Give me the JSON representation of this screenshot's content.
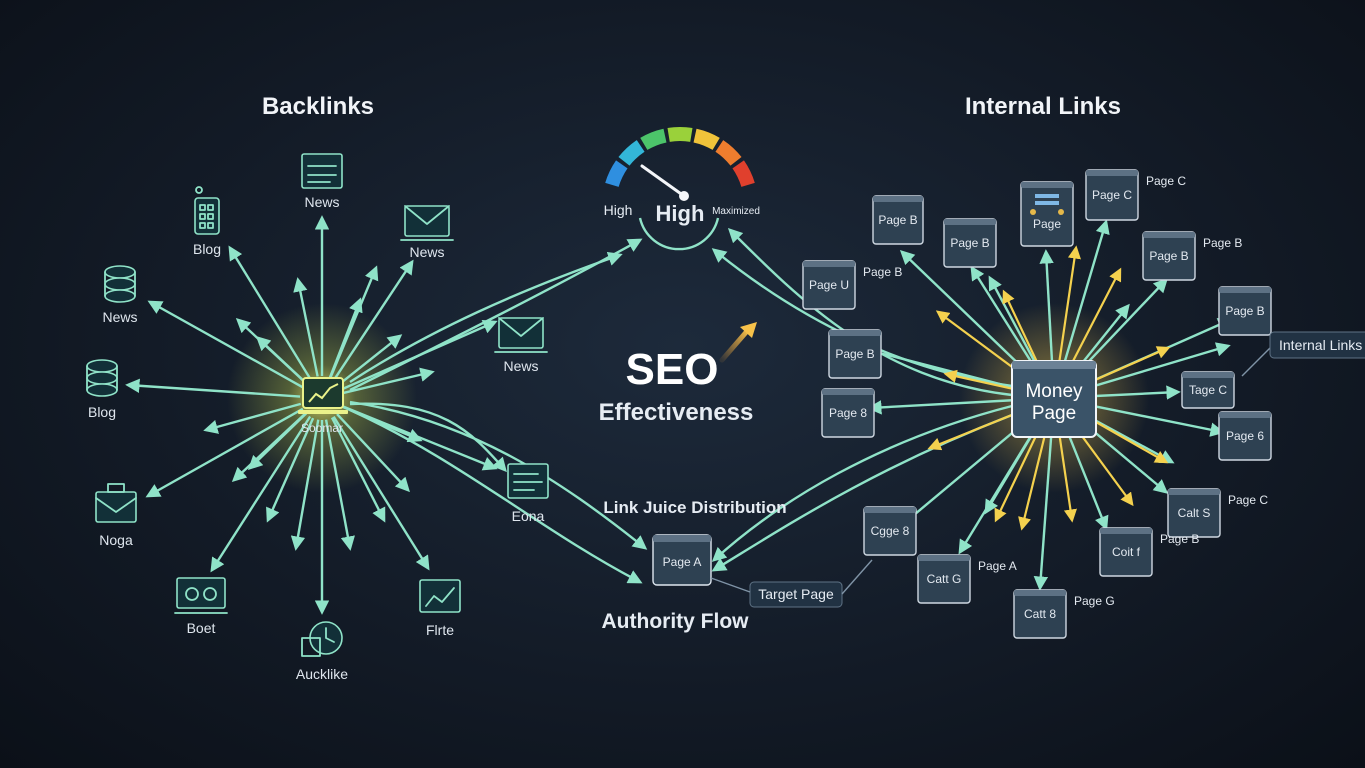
{
  "headings": {
    "backlinks": "Backlinks",
    "internal_links": "Internal Links",
    "seo": "SEO",
    "effectiveness": "Effectiveness",
    "link_juice": "Link Juice Distribution",
    "authority_flow": "Authority Flow"
  },
  "gauge": {
    "left_label": "High",
    "center_label": "High",
    "right_label": "Maximized",
    "segment_colors": [
      "#2f8fe0",
      "#33b6d8",
      "#4cc46a",
      "#9ad13a",
      "#f0c33a",
      "#ee7d2e",
      "#e0402d"
    ]
  },
  "backlinks": {
    "hub_label": "Soomar",
    "sources": [
      {
        "label": "News",
        "icon": "newspaper-icon"
      },
      {
        "label": "Blog",
        "icon": "blog-tower-icon"
      },
      {
        "label": "News",
        "icon": "envelope-icon"
      },
      {
        "label": "News",
        "icon": "database-icon"
      },
      {
        "label": "Blog",
        "icon": "database-icon"
      },
      {
        "label": "Noga",
        "icon": "mail-bag-icon"
      },
      {
        "label": "Boet",
        "icon": "glasses-screen-icon"
      },
      {
        "label": "Aucklike",
        "icon": "clock-icon"
      },
      {
        "label": "Flrte",
        "icon": "chart-screen-icon"
      },
      {
        "label": "News",
        "icon": "laptop-mail-icon"
      },
      {
        "label": "Eona",
        "icon": "document-icon"
      }
    ]
  },
  "middle": {
    "target_page": "Page A",
    "target_tag": "Target Page"
  },
  "internal": {
    "money_page": [
      "Money",
      "Page"
    ],
    "callout": "Internal Links",
    "pages": [
      {
        "box": "Page B",
        "side": ""
      },
      {
        "box": "Page B",
        "side": ""
      },
      {
        "box": "Page",
        "side": ""
      },
      {
        "box": "Page C",
        "side": "Page C"
      },
      {
        "box": "Page B",
        "side": "Page B"
      },
      {
        "box": "Page U",
        "side": "Page B"
      },
      {
        "box": "Page B",
        "side": ""
      },
      {
        "box": "Page 8",
        "side": ""
      },
      {
        "box": "Page B",
        "side": ""
      },
      {
        "box": "Tage C",
        "side": ""
      },
      {
        "box": "Page 6",
        "side": ""
      },
      {
        "box": "Calt S",
        "side": "Page C"
      },
      {
        "box": "Cgge 8",
        "side": ""
      },
      {
        "box": "Coit f",
        "side": "Page B"
      },
      {
        "box": "Catt G",
        "side": "Page A"
      },
      {
        "box": "Catt 8",
        "side": "Page G"
      }
    ]
  }
}
